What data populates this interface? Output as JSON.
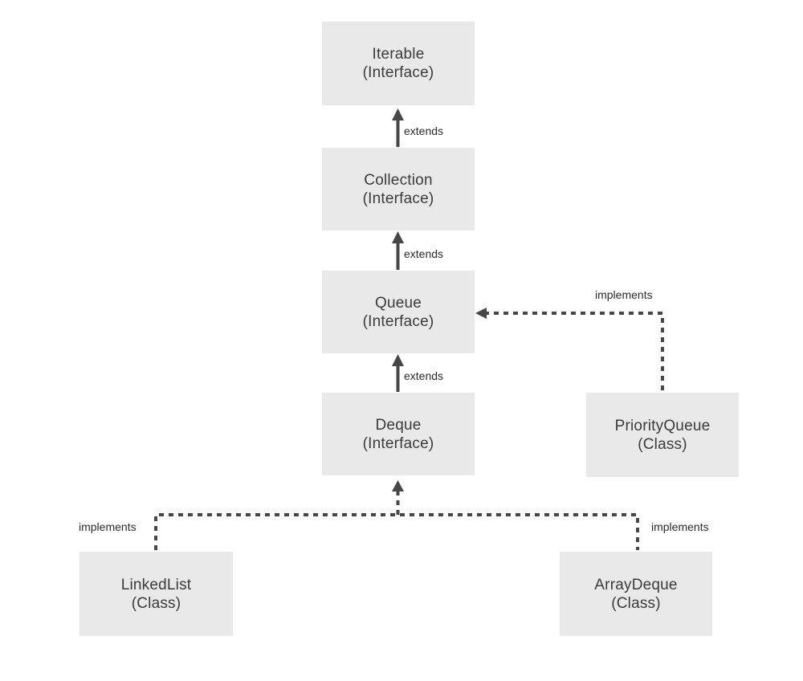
{
  "diagram": {
    "kind": "java-collections-class-hierarchy",
    "colors": {
      "background": "#ffffff",
      "node_fill": "#e9e9e9",
      "node_text": "#3b3b3b",
      "connector": "#474747",
      "edge_label_text": "#2b2b2b"
    },
    "nodes": [
      {
        "id": "iterable",
        "name": "Iterable",
        "stereotype": "(Interface)"
      },
      {
        "id": "collection",
        "name": "Collection",
        "stereotype": "(Interface)"
      },
      {
        "id": "queue",
        "name": "Queue",
        "stereotype": "(Interface)"
      },
      {
        "id": "deque",
        "name": "Deque",
        "stereotype": "(Interface)"
      },
      {
        "id": "priorityqueue",
        "name": "PriorityQueue",
        "stereotype": "(Class)"
      },
      {
        "id": "linkedlist",
        "name": "LinkedList",
        "stereotype": "(Class)"
      },
      {
        "id": "arraydeque",
        "name": "ArrayDeque",
        "stereotype": "(Class)"
      }
    ],
    "edges": [
      {
        "from": "Collection",
        "to": "Iterable",
        "label": "extends",
        "style": "solid"
      },
      {
        "from": "Queue",
        "to": "Collection",
        "label": "extends",
        "style": "solid"
      },
      {
        "from": "Deque",
        "to": "Queue",
        "label": "extends",
        "style": "solid"
      },
      {
        "from": "PriorityQueue",
        "to": "Queue",
        "label": "implements",
        "style": "dashed"
      },
      {
        "from": "LinkedList",
        "to": "Deque",
        "label": "implements",
        "style": "dashed"
      },
      {
        "from": "ArrayDeque",
        "to": "Deque",
        "label": "implements",
        "style": "dashed"
      }
    ]
  }
}
